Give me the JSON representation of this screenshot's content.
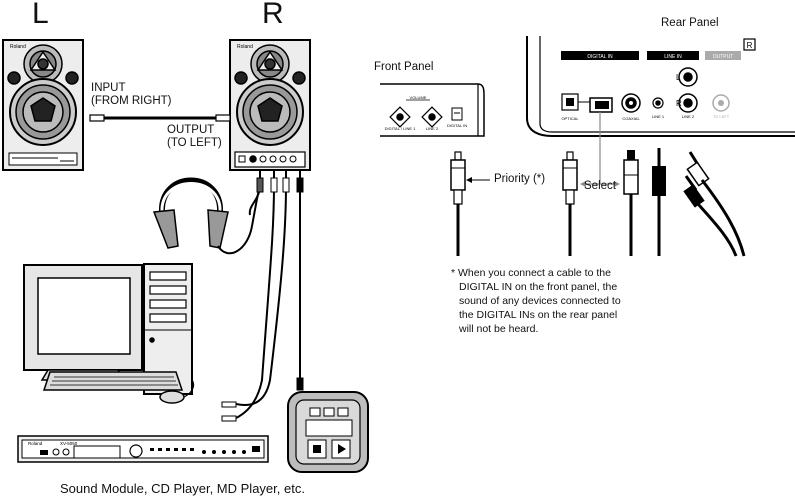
{
  "speakers": {
    "left_label": "L",
    "right_label": "R",
    "brand": "Roland",
    "input_line1": "INPUT",
    "input_line2": "(FROM RIGHT)",
    "output_line1": "OUTPUT",
    "output_line2": "(TO LEFT)"
  },
  "rear_panel": {
    "title": "Rear Panel",
    "badge": "R",
    "digital_in_header": "DIGITAL IN",
    "line_in_header": "LINE IN",
    "output_header": "OUTPUT",
    "optical_label": "OPTICAL",
    "coaxial_label": "COAXIAL",
    "line1_label": "LINE 1",
    "line2_label": "LINE 2",
    "to_left_label": "TO LEFT",
    "l_label": "L",
    "r_label": "R"
  },
  "front_panel": {
    "title": "Front Panel",
    "volume_label": "VOLUME",
    "digital_line1_label": "DIGITAL / LINE 1",
    "line2_label": "LINE 2",
    "digital_in_label": "DIGITAL IN"
  },
  "cables": {
    "priority_label": "Priority (*)",
    "select_label": "Select"
  },
  "note": {
    "line1": "* When you connect a cable to the",
    "line2": "DIGITAL IN on the front panel, the",
    "line3": "sound of any devices connected to",
    "line4": "the DIGITAL INs on the rear panel",
    "line5": "will not be heard."
  },
  "devices": {
    "caption": "Sound Module, CD Player, MD Player, etc.",
    "module_brand": "Roland",
    "module_model": "XV-5050"
  }
}
